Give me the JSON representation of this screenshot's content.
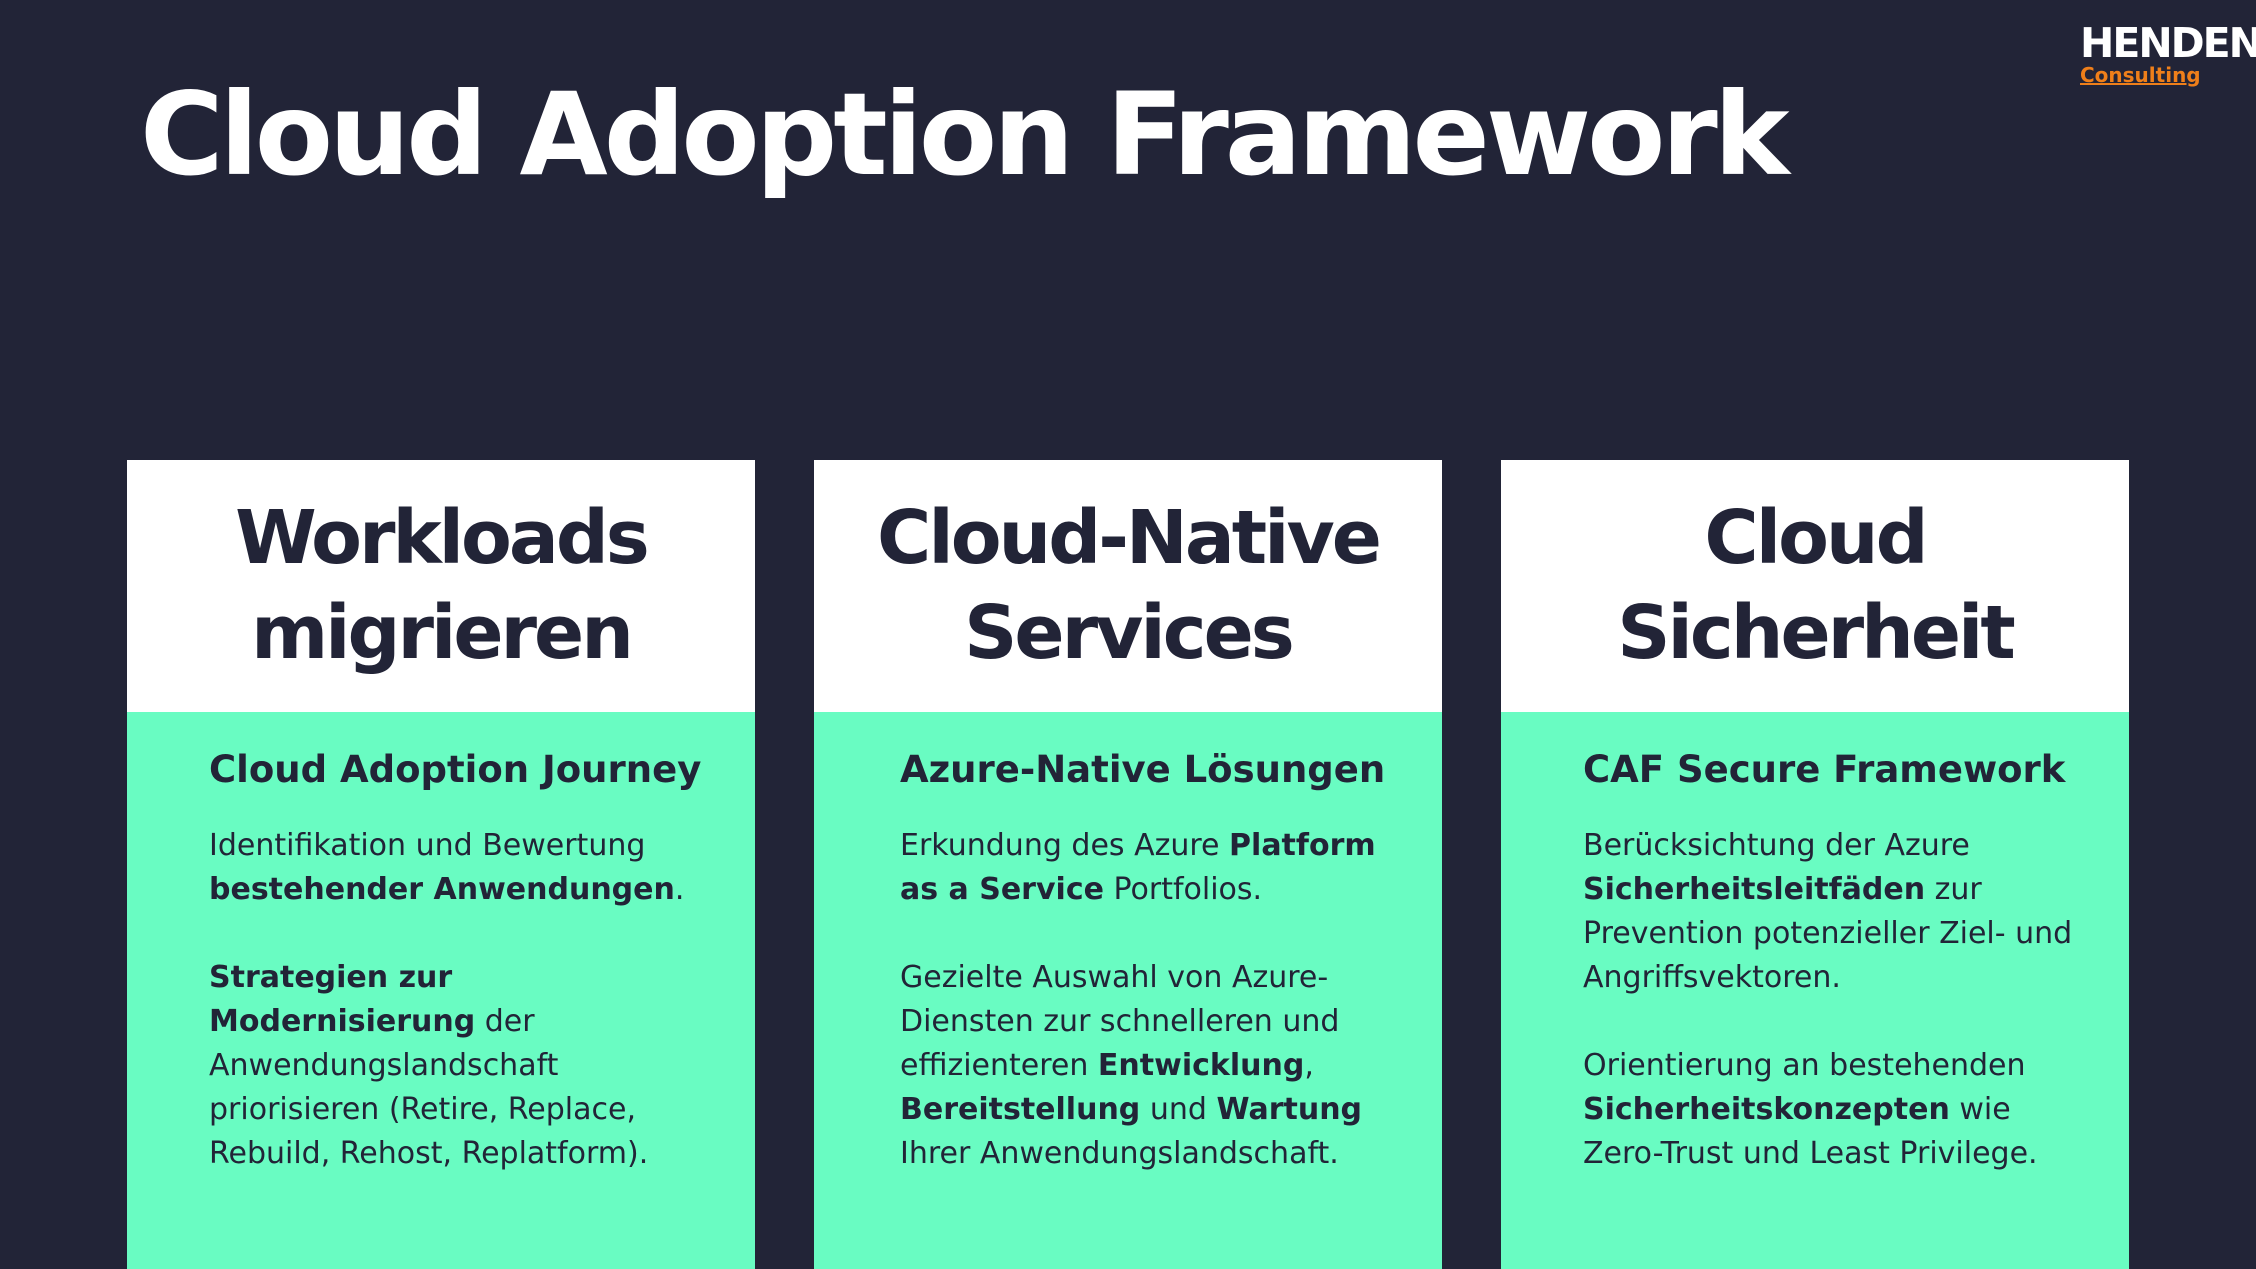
{
  "logo": {
    "main": "HENDEN",
    "sub": "Consulting"
  },
  "title": "Cloud Adoption Framework",
  "cards": [
    {
      "title_line1": "Workloads",
      "title_line2": "migrieren",
      "subtitle": "Cloud Adoption Journey",
      "p1": [
        "Identifikation und Bewertung",
        "bestehender Anwendungen",
        "."
      ],
      "p2": [
        "Strategien zur Modernisierung",
        "der Anwendungslandschaft priorisieren (Retire, Replace, Rebuild, Rehost, Replatform)."
      ]
    },
    {
      "title_line1": "Cloud-Native",
      "title_line2": "Services",
      "subtitle": "Azure-Native Lösungen",
      "p1": [
        "Erkundung des Azure ",
        "Platform as a Service",
        " Portfolios."
      ],
      "p2": [
        "Gezielte Auswahl von Azure-Diensten zur schnelleren und effizienteren ",
        "Entwicklung",
        ", ",
        "Bereitstellung",
        " und ",
        "Wartung",
        " Ihrer Anwendungslandschaft."
      ]
    },
    {
      "title_line1": "Cloud",
      "title_line2": "Sicherheit",
      "subtitle": "CAF Secure Framework",
      "p1": [
        "Berücksichtung der Azure ",
        "Sicherheitsleitfäden",
        " zur Prevention potenzieller Ziel- und Angriffsvektoren."
      ],
      "p2": [
        "Orientierung an bestehenden ",
        "Sicherheitskonzepten",
        " wie Zero-Trust und Least Privilege."
      ]
    }
  ]
}
